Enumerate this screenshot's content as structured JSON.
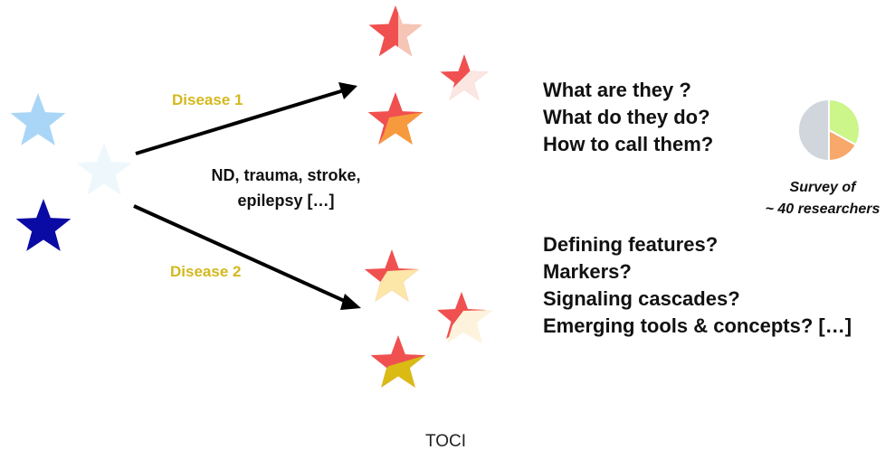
{
  "labels": {
    "disease_1": "Disease 1",
    "disease_2": "Disease 2",
    "causes_line1": "ND, trauma, stroke,",
    "causes_line2": "epilepsy […]"
  },
  "questions_top": [
    "What are they ?",
    "What do they do?",
    "How to call them?"
  ],
  "questions_bottom": [
    "Defining features?",
    "Markers?",
    "Signaling cascades?",
    "Emerging tools & concepts? […]"
  ],
  "survey": {
    "line1": "Survey of",
    "line2": "~ 40 researchers",
    "slices": [
      {
        "share": 0.33,
        "color": "#ccf58a"
      },
      {
        "share": 0.17,
        "color": "#f7a86a"
      },
      {
        "share": 0.5,
        "color": "#d0d6db"
      }
    ]
  },
  "caption": "TOCI",
  "colors": {
    "disease_label": "#d4b81e",
    "arrow": "#000000",
    "star_light_blue": "#a9d6f7",
    "star_pale_blue": "#eef8fc",
    "star_dark_blue": "#0a0aa4",
    "star_red": "#f05050"
  }
}
